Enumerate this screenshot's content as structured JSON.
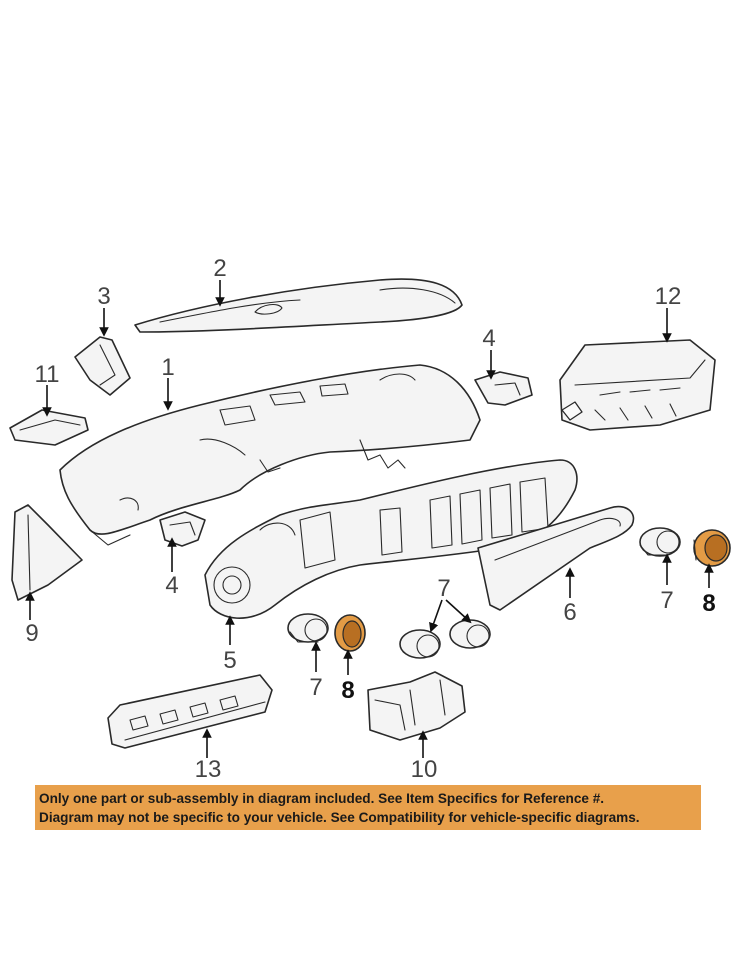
{
  "callouts": {
    "c1": "1",
    "c2": "2",
    "c3": "3",
    "c4a": "4",
    "c4b": "4",
    "c5": "5",
    "c6": "6",
    "c7a": "7",
    "c7b": "7",
    "c7c": "7",
    "c8a": "8",
    "c8b": "8",
    "c9": "9",
    "c10": "10",
    "c11": "11",
    "c12": "12",
    "c13": "13"
  },
  "notice": {
    "line1": "Only one part or sub-assembly in diagram included. See Item Specifics for Reference #.",
    "line2": "Diagram may not be specific to your vehicle. See Compatibility for vehicle-specific diagrams."
  },
  "colors": {
    "highlight": "#e39b45",
    "banner": "#e8a04b"
  }
}
